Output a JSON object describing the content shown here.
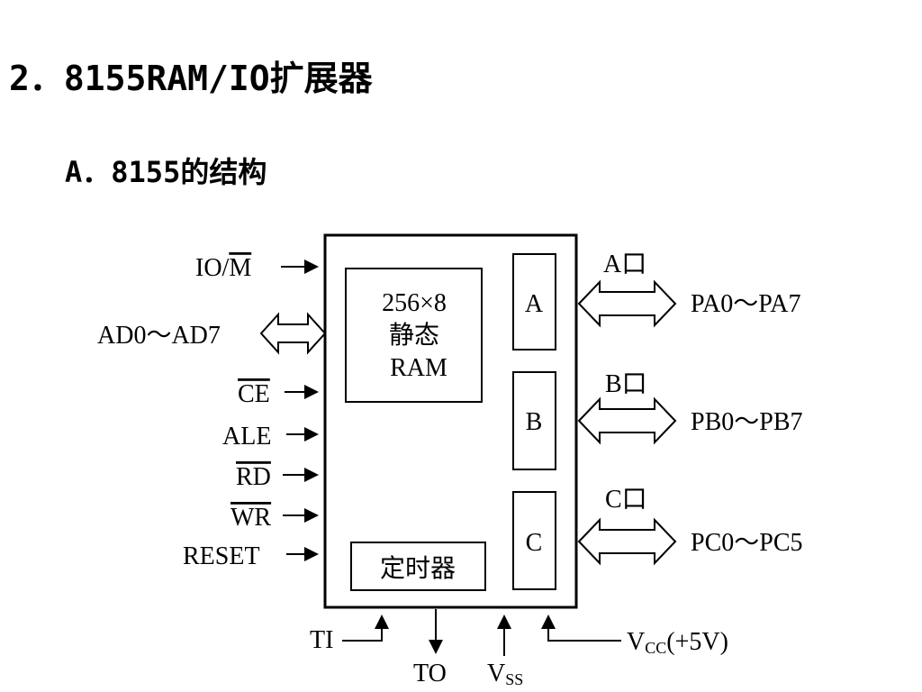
{
  "header": {
    "title": "2．8155RAM/IO扩展器",
    "subtitle": "A．8155的结构"
  },
  "diagram": {
    "left_pins": {
      "io_m": {
        "pre": "IO/",
        "bar": "M"
      },
      "ad": "AD0～AD7",
      "ce": "CE",
      "ale": "ALE",
      "rd": "RD",
      "wr": "WR",
      "reset": "RESET"
    },
    "ram_block": {
      "line1": "256×8",
      "line2": "静态",
      "line3": "RAM"
    },
    "timer_block": "定时器",
    "ports": {
      "a": {
        "box": "A",
        "title": "A口",
        "pins": "PA0～PA7"
      },
      "b": {
        "box": "B",
        "title": "B口",
        "pins": "PB0～PB7"
      },
      "c": {
        "box": "C",
        "title": "C口",
        "pins": "PC0～PC5"
      }
    },
    "bottom_pins": {
      "ti": "TI",
      "to": "TO",
      "vss": {
        "main": "V",
        "sub": "SS"
      },
      "vcc": {
        "main": "V",
        "sub": "CC",
        "suffix": "(+5V)"
      }
    }
  }
}
